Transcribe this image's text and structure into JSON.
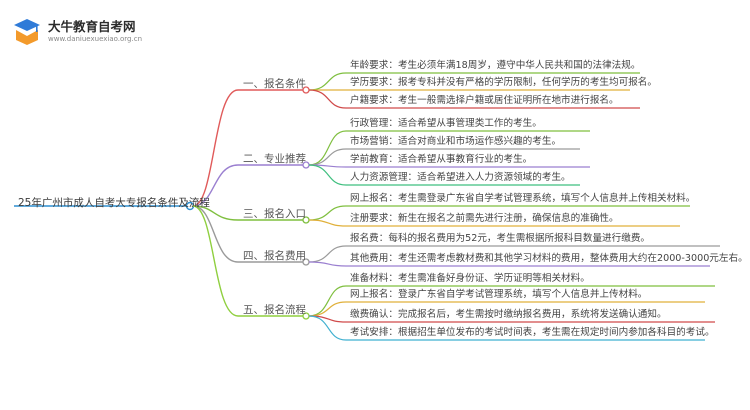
{
  "logo": {
    "title": "大牛教育自考网",
    "url": "www.daniuexuexiao.org.cn",
    "icon": "graduation-book-icon",
    "colors": {
      "book": "#f39a2b",
      "cap": "#2f7bd8"
    }
  },
  "root": {
    "label": "25年广州市成人自考大专报名条件及流程",
    "color": "#2f8fd0"
  },
  "branches": [
    {
      "label": "一、报名条件",
      "color": "#e05a5a",
      "leaves": [
        {
          "text": "年龄要求：考生必须年满18周岁，遵守中华人民共和国的法律法规。",
          "color": "#7fbf3f"
        },
        {
          "text": "学历要求：报考专科并没有严格的学历限制，任何学历的考生均可报名。",
          "color": "#e0b03a"
        },
        {
          "text": "户籍要求：考生一般需选择户籍或居住证明所在地市进行报名。",
          "color": "#d04a4a"
        }
      ]
    },
    {
      "label": "二、专业推荐",
      "color": "#9a7fd0",
      "leaves": [
        {
          "text": "行政管理：适合希望从事管理类工作的考生。",
          "color": "#7fbf3f"
        },
        {
          "text": "市场营销：适合对商业和市场运作感兴趣的考生。",
          "color": "#9a9a9a"
        },
        {
          "text": "学前教育：适合希望从事教育行业的考生。",
          "color": "#9a7fd0"
        },
        {
          "text": "人力资源管理：适合希望进入人力资源领域的考生。",
          "color": "#3fbf7f"
        }
      ]
    },
    {
      "label": "三、报名入口",
      "color": "#7fbf3f",
      "leaves": [
        {
          "text": "网上报名：考生需登录广东省自学考试管理系统，填写个人信息并上传相关材料。",
          "color": "#7fbf3f"
        },
        {
          "text": "注册要求：新生在报名之前需先进行注册，确保信息的准确性。",
          "color": "#e0b03a"
        }
      ]
    },
    {
      "label": "四、报名费用",
      "color": "#9a9a9a",
      "leaves": [
        {
          "text": "报名费：每科的报名费用为52元，考生需根据所报科目数量进行缴费。",
          "color": "#9a9a9a"
        },
        {
          "text": "其他费用：考生还需考虑教材费和其他学习材料的费用，整体费用大约在2000-3000元左右。",
          "color": "#9a7fd0"
        }
      ]
    },
    {
      "label": "五、报名流程",
      "color": "#8fcf3f",
      "leaves": [
        {
          "text": "准备材料：考生需准备好身份证、学历证明等相关材料。",
          "color": "#7fbf3f"
        },
        {
          "text": "网上报名：登录广东省自学考试管理系统，填写个人信息并上传材料。",
          "color": "#e0b03a"
        },
        {
          "text": "缴费确认：完成报名后，考生需按时缴纳报名费用，系统将发送确认通知。",
          "color": "#d04a4a"
        },
        {
          "text": "考试安排：根据招生单位发布的考试时间表，考生需在规定时间内参加各科目的考试。",
          "color": "#3fb0d0"
        }
      ]
    }
  ]
}
